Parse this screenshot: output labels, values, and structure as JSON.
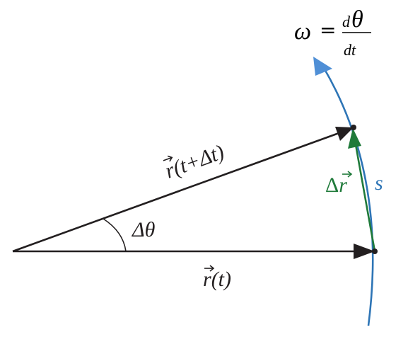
{
  "formula": {
    "lhs": "ω",
    "equals": "=",
    "numerator_d": "d",
    "numerator_var": "θ",
    "denominator": "dt"
  },
  "labels": {
    "r_t_vec": "r",
    "r_t_arg": "(t)",
    "r_tdt_vec": "r",
    "r_tdt_arg": "(t+Δt)",
    "delta_theta": "Δθ",
    "delta_r_prefix": "Δ",
    "delta_r_vec": "r",
    "arc_s": "s"
  },
  "colors": {
    "vector": "#231f20",
    "arc": "#2e75b6",
    "delta_r": "#1f7a3a",
    "arrowhead_arc": "#4f8fd6"
  }
}
